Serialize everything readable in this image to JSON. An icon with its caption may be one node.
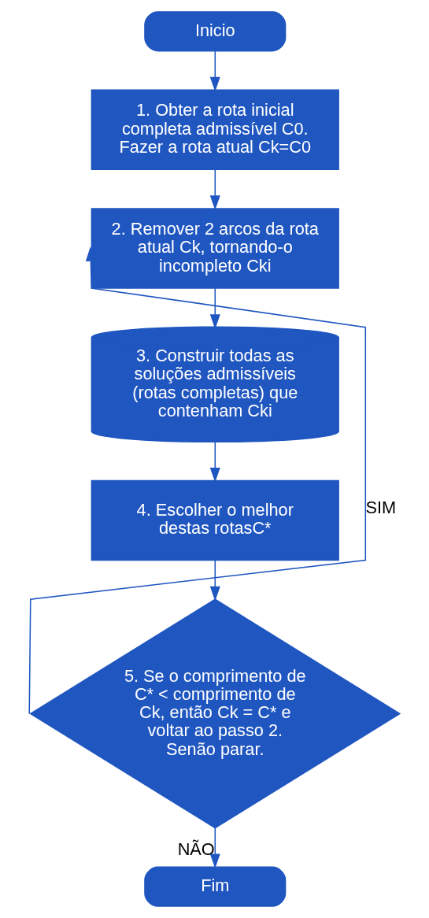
{
  "diagram": {
    "nodes": [
      {
        "text": [
          "Inicio"
        ]
      },
      {
        "text": [
          "1. Obter a rota inicial completa admissível C0. Fazer a rota atual Ck=C0"
        ]
      },
      {
        "text": [
          "2. Remover 2 arcos da rota atual Ck, tornando-o incompleto Cki"
        ]
      },
      {
        "text": [
          "3. Construir todas as soluções admissíveis (rotas completas) que contenham Cki"
        ]
      },
      {
        "text": [
          "4. Escolher o melhor destas rotasC*"
        ]
      },
      {
        "text": [
          "5. Se o comprimento de C* < comprimento de Ck, então Ck = C* e voltar ao passo 2. Senão parar."
        ]
      },
      {
        "text": [
          "Fim"
        ]
      }
    ],
    "edges": [
      {
        "from": 0,
        "to": 1,
        "arrow": "to"
      },
      {
        "from": 1,
        "to": 2,
        "arrow": "to"
      },
      {
        "from": 2,
        "to": 3,
        "arrow": "to"
      },
      {
        "from": 3,
        "to": 4,
        "arrow": "to"
      },
      {
        "from": 4,
        "to": 5,
        "arrow": "to"
      },
      {
        "from": 5,
        "to": 2,
        "arrow": "to",
        "label": "SIM"
      },
      {
        "from": 5,
        "to": 6,
        "arrow": "to",
        "label": "NÃO"
      }
    ]
  }
}
